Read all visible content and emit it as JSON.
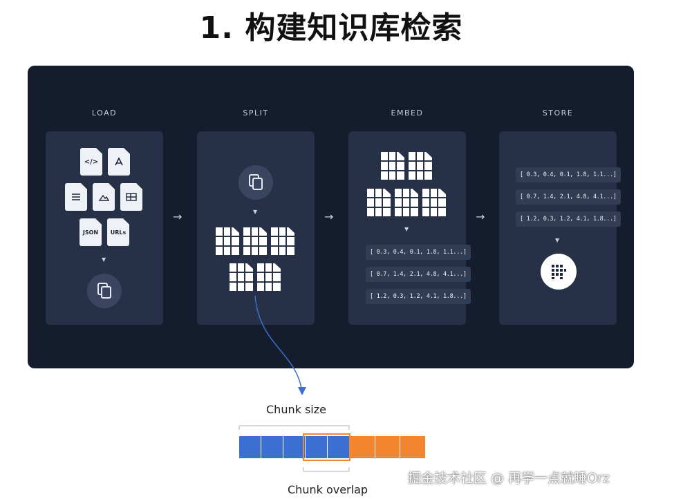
{
  "title": "1. 构建知识库检索",
  "stages": [
    {
      "label": "LOAD"
    },
    {
      "label": "SPLIT"
    },
    {
      "label": "EMBED"
    },
    {
      "label": "STORE"
    }
  ],
  "load_docs": {
    "code": "</>",
    "pdf": "PDF-icon",
    "json": "JSON",
    "urls": "URLs"
  },
  "vectors": [
    "[ 0.3, 0.4, 0.1, 1.8, 1.1...]",
    "[ 0.7, 1.4, 2.1, 4.8, 4.1...]",
    "[ 1.2, 0.3, 1.2, 4.1, 1.8...]"
  ],
  "chunk_size_label": "Chunk size",
  "chunk_overlap_label": "Chunk overlap",
  "colors": {
    "panel": "#141c2e",
    "card": "#263147",
    "blue": "#3b6fd1",
    "orange": "#f2862e"
  },
  "watermark": "掘金技术社区 @ 再学一点就睡Orz"
}
